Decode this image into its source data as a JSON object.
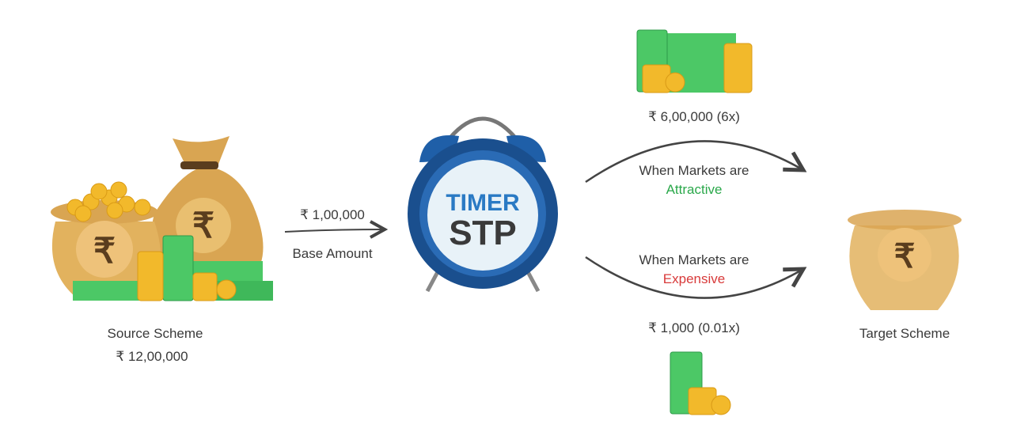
{
  "source": {
    "label": "Source Scheme",
    "amount": "₹ 12,00,000"
  },
  "transfer": {
    "amount": "₹ 1,00,000",
    "label": "Base Amount"
  },
  "clock": {
    "line1": "TIMER",
    "line2": "STP"
  },
  "attractive": {
    "amount": "₹ 6,00,000 (6x)",
    "prefix": "When Markets are",
    "condition": "Attractive"
  },
  "expensive": {
    "amount": "₹ 1,000 (0.01x)",
    "prefix": "When Markets are",
    "condition": "Expensive"
  },
  "target": {
    "label": "Target Scheme"
  },
  "colors": {
    "attractive": "#2aa84a",
    "expensive": "#d83a3a",
    "clock_blue": "#1f5fa8",
    "bag": "#e2b25e",
    "cash": "#4cc866",
    "coin": "#f2b92b"
  }
}
